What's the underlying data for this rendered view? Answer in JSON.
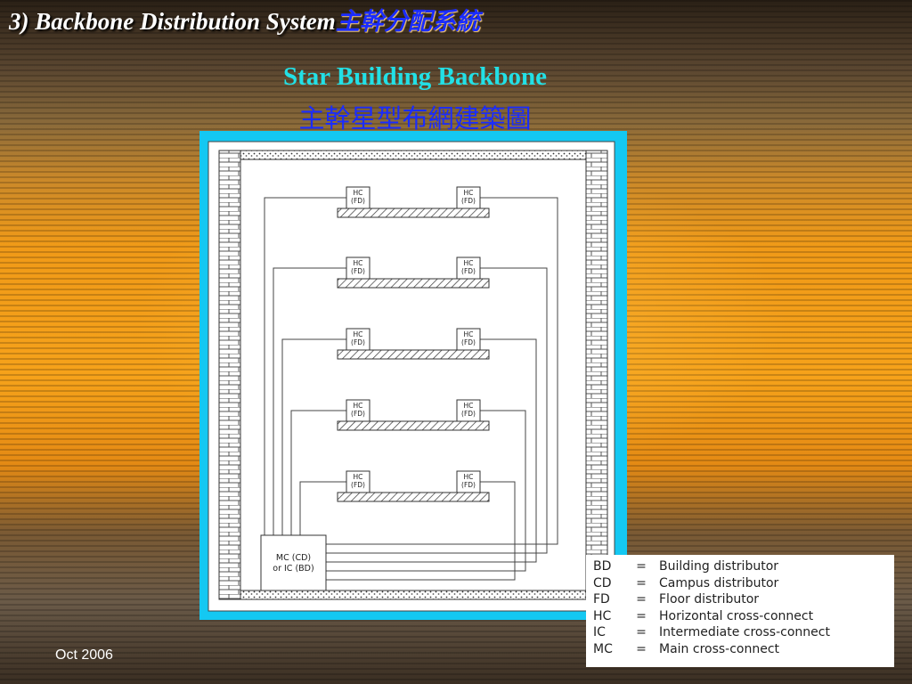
{
  "slide": {
    "title_en": "3) Backbone Distribution System",
    "title_cn": "主幹分配系統",
    "subtitle_en": "Star Building Backbone",
    "subtitle_cn": "主幹星型布網建築圖",
    "footer_date": "Oct 2006"
  },
  "diagram": {
    "floors": [
      {
        "left_label": [
          "HC",
          "(FD)"
        ],
        "right_label": [
          "HC",
          "(FD)"
        ]
      },
      {
        "left_label": [
          "HC",
          "(FD)"
        ],
        "right_label": [
          "HC",
          "(FD)"
        ]
      },
      {
        "left_label": [
          "HC",
          "(FD)"
        ],
        "right_label": [
          "HC",
          "(FD)"
        ]
      },
      {
        "left_label": [
          "HC",
          "(FD)"
        ],
        "right_label": [
          "HC",
          "(FD)"
        ]
      },
      {
        "left_label": [
          "HC",
          "(FD)"
        ],
        "right_label": [
          "HC",
          "(FD)"
        ]
      }
    ],
    "main_box": [
      "MC (CD)",
      "or IC (BD)"
    ]
  },
  "legend": [
    {
      "abbr": "BD",
      "eq": "=",
      "def": "Building distributor"
    },
    {
      "abbr": "CD",
      "eq": "=",
      "def": "Campus distributor"
    },
    {
      "abbr": "FD",
      "eq": "=",
      "def": "Floor distributor"
    },
    {
      "abbr": "HC",
      "eq": "=",
      "def": "Horizontal cross-connect"
    },
    {
      "abbr": "IC",
      "eq": "=",
      "def": "Intermediate cross-connect"
    },
    {
      "abbr": "MC",
      "eq": "=",
      "def": "Main cross-connect"
    }
  ],
  "colors": {
    "frame": "#14c8f2",
    "title_cn": "#1a2cff",
    "subtitle_en": "#22e0e6"
  }
}
